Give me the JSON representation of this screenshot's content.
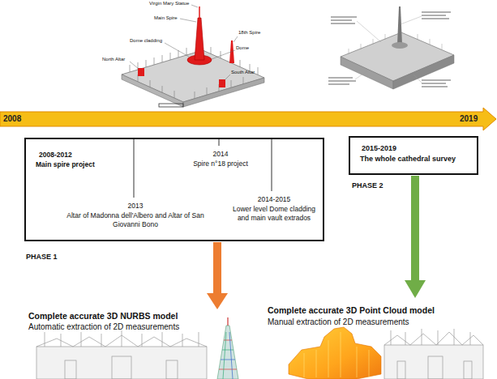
{
  "diagram": {
    "nodes": [
      {
        "text": [
          "2008-2012",
          "Main spire project",
          "2013",
          "Altar of Madonna dell'Albero and Altar of San Giovanni Bono",
          "2014",
          "Spire n°18 project",
          "2014-2015",
          "Lower level Dome cladding and main vault extrados",
          "PHASE 1"
        ]
      },
      {
        "text": [
          "2015-2019",
          "The whole cathedral survey",
          "PHASE 2"
        ]
      }
    ],
    "labels": [
      "Virgin Mary Statue",
      "Main Spire",
      "18th Spire",
      "Dome cladding",
      "Dome",
      "North Altar",
      "South Altar",
      "2008",
      "2019",
      "Complete accurate 3D NURBS model",
      "Automatic extraction of 2D measurements",
      "Complete accurate 3D Point Cloud model",
      "Manual extraction of 2D measurements"
    ]
  }
}
